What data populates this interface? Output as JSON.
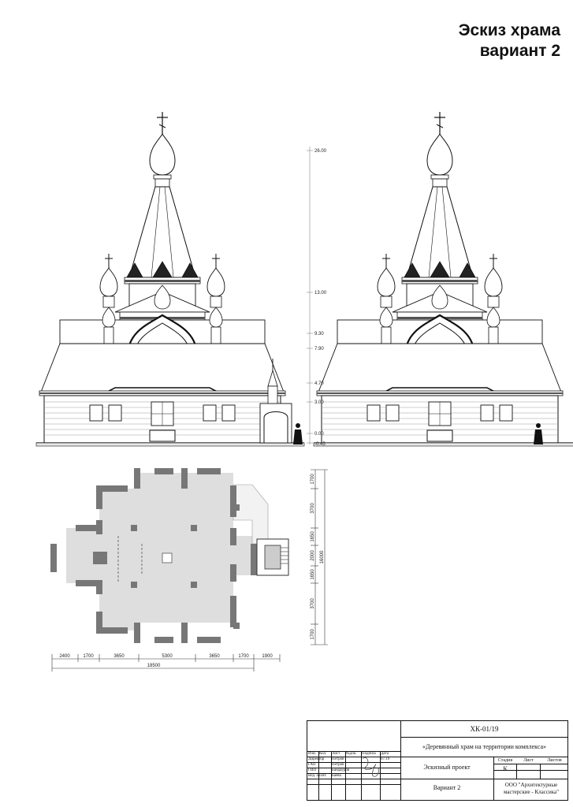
{
  "sheet": {
    "title_line1": "Эскиз храма",
    "title_line2": "вариант 2"
  },
  "elevation": {
    "levels": [
      "26.00",
      "13.00",
      "9.30",
      "7.90",
      "4.70",
      "3.00",
      "0.00",
      "-0.45"
    ]
  },
  "plan": {
    "bottom_dims": [
      "2400",
      "1700",
      "3650",
      "5300",
      "3650",
      "1700",
      "1900"
    ],
    "bottom_total": "18500",
    "right_dims": [
      "1700",
      "3700",
      "1650",
      "2000",
      "1650",
      "3700",
      "1700"
    ],
    "right_total": "16000"
  },
  "stamp": {
    "code": "ХК-01/19",
    "project_name": "«Деревянный храм на территории комплекса»",
    "headers": [
      "Изм.",
      "Кол.",
      "Лист",
      "№док.",
      "Подпись",
      "Дата"
    ],
    "rows": [
      {
        "role": "Директор",
        "name": "Петров",
        "date": "07.19"
      },
      {
        "role": "ГАП",
        "name": "Петров",
        "date": ""
      },
      {
        "role": "ГИП",
        "name": "Бандауров",
        "date": ""
      },
      {
        "role": "Вед. архит.",
        "name": "Баева",
        "date": ""
      }
    ],
    "stage_label": "Эскизный проект",
    "stage_header": "Стадия",
    "sheet_header": "Лист",
    "sheets_header": "Листов",
    "stage_value": "К",
    "variant": "Вариант 2",
    "company": "ООО \"Архитектурные мастерские - Классика\""
  }
}
